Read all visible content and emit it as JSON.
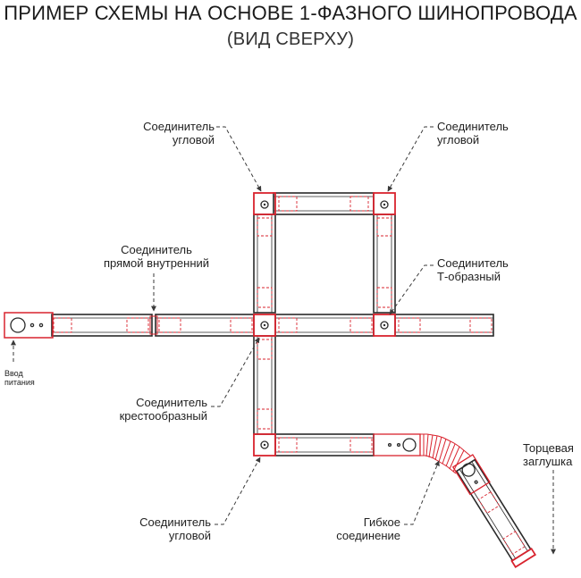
{
  "title": "ПРИМЕР СХЕМЫ НА ОСНОВЕ 1-ФАЗНОГО ШИНОПРОВОДА",
  "subtitle": "(ВИД СВЕРХУ)",
  "labels": {
    "corner_top_left": {
      "line1": "Соединитель",
      "line2": "угловой"
    },
    "corner_top_right": {
      "line1": "Соединитель",
      "line2": "угловой"
    },
    "straight_inner": {
      "line1": "Соединитель",
      "line2": "прямой внутренний"
    },
    "t_shaped": {
      "line1": "Соединитель",
      "line2": "Т-образный"
    },
    "power_input": {
      "line1": "Ввод",
      "line2": "питания"
    },
    "cross_shaped": {
      "line1": "Соединитель",
      "line2": "крестообразный"
    },
    "end_cap": {
      "line1": "Торцевая",
      "line2": "заглушка"
    },
    "corner_bottom": {
      "line1": "Соединитель",
      "line2": "угловой"
    },
    "flexible": {
      "line1": "Гибкое",
      "line2": "соединение"
    }
  },
  "colors": {
    "track": "#2a2a2a",
    "connector": "#d9232e",
    "leader": "#3a3a3a"
  }
}
